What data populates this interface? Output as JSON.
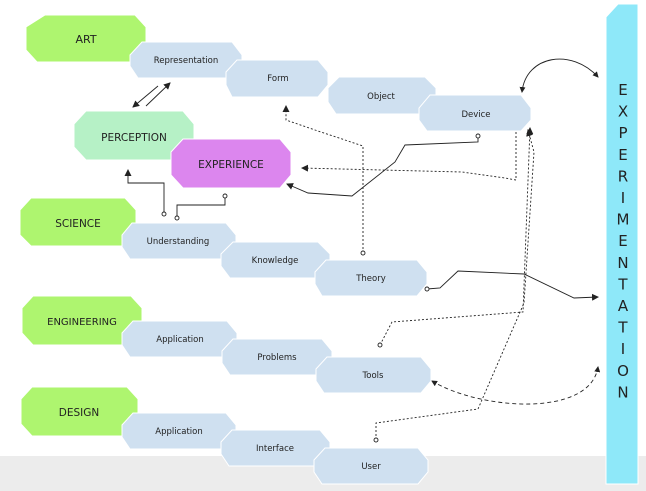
{
  "colors": {
    "category_fill": "#aef56f",
    "perception_fill": "#b6f1c6",
    "experience_fill": "#dc86ee",
    "item_fill": "#cfe0f0",
    "vertical_bar_fill": "#8ee8f9",
    "line": "#222222",
    "footer": "#ececec"
  },
  "vertical_label": "EXPERIMENTATION",
  "categories": {
    "art": "ART",
    "perception": "PERCEPTION",
    "experience": "EXPERIENCE",
    "science": "SCIENCE",
    "engineering": "ENGINEERING",
    "design": "DESIGN"
  },
  "items": {
    "representation": "Representation",
    "form": "Form",
    "object": "Object",
    "device": "Device",
    "understanding": "Understanding",
    "knowledge": "Knowledge",
    "theory": "Theory",
    "application_eng": "Application",
    "problems": "Problems",
    "tools": "Tools",
    "application_design": "Application",
    "interface": "Interface",
    "user": "User"
  }
}
